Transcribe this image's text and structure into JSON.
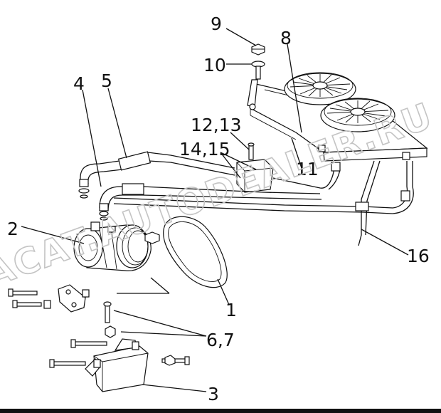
{
  "diagram": {
    "callouts": [
      {
        "id": "c9",
        "text": "9"
      },
      {
        "id": "c10",
        "text": "10"
      },
      {
        "id": "c8",
        "text": "8"
      },
      {
        "id": "c4",
        "text": "4"
      },
      {
        "id": "c5",
        "text": "5"
      },
      {
        "id": "c1213",
        "text": "12,13"
      },
      {
        "id": "c1415",
        "text": "14,15"
      },
      {
        "id": "c11",
        "text": "11"
      },
      {
        "id": "c2",
        "text": "2"
      },
      {
        "id": "c16",
        "text": "16"
      },
      {
        "id": "c1",
        "text": "1"
      },
      {
        "id": "c67",
        "text": "6,7"
      },
      {
        "id": "c3",
        "text": "3"
      }
    ]
  },
  "watermark": {
    "text": "ACAT.AUTODEALER.RU",
    "color": "#c4c4c4"
  }
}
